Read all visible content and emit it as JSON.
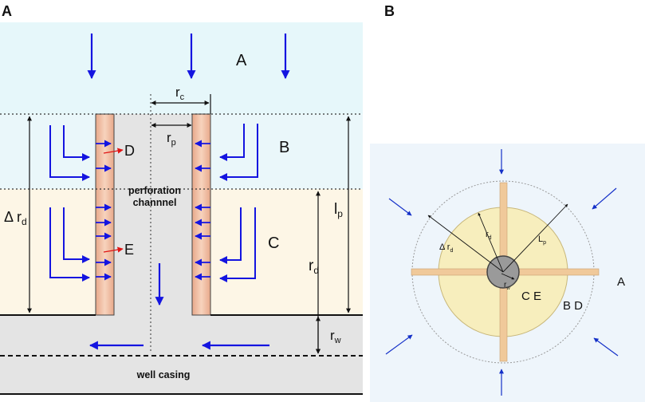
{
  "panel_a": {
    "label": "A",
    "zone_labels": {
      "a": "A",
      "b": "B",
      "c": "C",
      "d": "D",
      "e": "E"
    },
    "channel_text": [
      "perforation",
      "channnel"
    ],
    "casing_text": "well casing",
    "dims": {
      "rc": {
        "main": "r",
        "sub": "c"
      },
      "rp": {
        "main": "r",
        "sub": "p"
      },
      "delta_rd": {
        "main": "Δ r",
        "sub": "d"
      },
      "lp": {
        "main": "l",
        "sub": "p"
      },
      "rd": {
        "main": "r",
        "sub": "d"
      },
      "rw": {
        "main": "r",
        "sub": "w"
      }
    }
  },
  "panel_b": {
    "label": "B",
    "zone_labels": {
      "a": "A",
      "ce": "C E",
      "bd": "B D"
    },
    "dims": {
      "delta_rd": {
        "main": "Δ r",
        "sub": "d"
      },
      "rd": {
        "main": "r",
        "sub": "d"
      },
      "lp": {
        "main": "L",
        "sub": "p"
      },
      "rw": {
        "main": "r",
        "sub": "w"
      }
    }
  },
  "colors": {
    "zone_a_bg": "#e6f7fa",
    "zone_b_bg": "#eaf7fa",
    "zone_cd_bg": "#fdf6e6",
    "channel_gray": "#e4e4e4",
    "wall_pink": "#f2c3a6",
    "flow_arrow": "#1414e0",
    "leak_arrow": "#e01414",
    "panel_b_bg": "#eef5fb",
    "inner_circle": "#f7eebd",
    "wellbore": "#9a9a9a",
    "perforation": "#f0c99a"
  }
}
